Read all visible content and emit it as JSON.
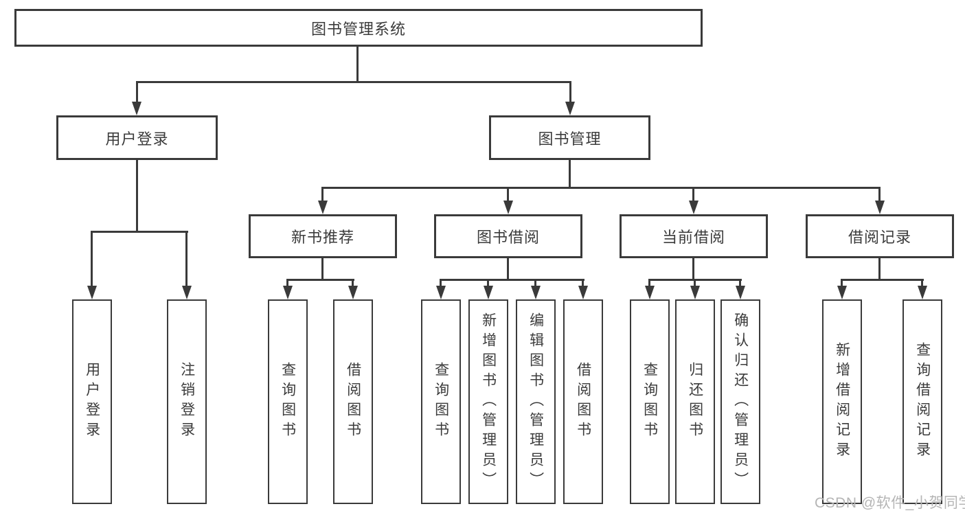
{
  "diagram": {
    "root": {
      "label": "图书管理系统"
    },
    "branches": [
      {
        "label": "用户登录",
        "children": [
          "用户登录",
          "注销登录"
        ]
      },
      {
        "label": "图书管理",
        "children": [
          {
            "label": "新书推荐",
            "children": [
              "查询图书",
              "借阅图书"
            ]
          },
          {
            "label": "图书借阅",
            "children": [
              "查询图书",
              "新增图书（管理员）",
              "编辑图书（管理员）",
              "借阅图书"
            ]
          },
          {
            "label": "当前借阅",
            "children": [
              "查询图书",
              "归还图书",
              "确认归还（管理员）"
            ]
          },
          {
            "label": "借阅记录",
            "children": [
              "新增借阅记录",
              "查询借阅记录"
            ]
          }
        ]
      }
    ],
    "colors": {
      "line": "#3a3a3a",
      "text": "#3b3b3b",
      "watermark": "#b5b5b5",
      "background": "#ffffff"
    },
    "watermark": "CSDN @软件_小贺同学"
  }
}
